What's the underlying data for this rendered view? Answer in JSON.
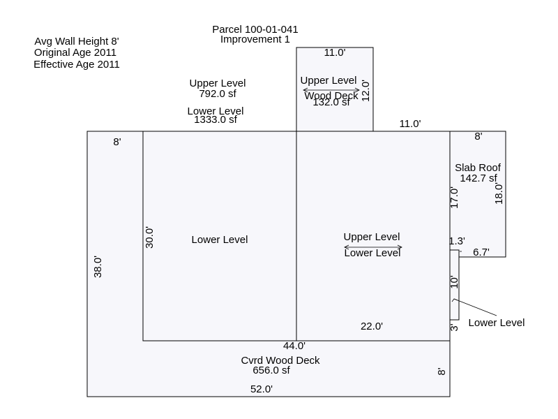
{
  "header": {
    "parcel": "Parcel 100-01-041",
    "improvement": "Improvement 1",
    "wall_height": "Avg Wall Height 8'",
    "original_age": "Original Age 2011",
    "effective_age": "Effective Age 2011"
  },
  "summary": {
    "upper_label": "Upper Level",
    "upper_area": "792.0 sf",
    "lower_label": "Lower Level",
    "lower_area": "1333.0 sf"
  },
  "wood_deck": {
    "label_top": "Upper Level",
    "label": "Wood Deck",
    "area": "132.0 sf",
    "dim_top": "11.0'",
    "dim_side": "12.0'"
  },
  "main": {
    "left_label": "Lower Level",
    "right_upper": "Upper Level",
    "right_lower": "Lower Level",
    "dim_top_right": "11.0'",
    "dim_left": "30.0'",
    "dim_right_upper": "17.0'",
    "dim_bottom_right": "22.0'",
    "dim_bottom": "44.0'",
    "dim_notch_top": "1.3'",
    "dim_notch_side": "10'",
    "dim_notch_bottom": "3'",
    "callout": "Lower Level"
  },
  "slab": {
    "label": "Slab Roof",
    "area": "142.7 sf",
    "dim_top": "8'",
    "dim_side": "18.0'",
    "dim_bottom": "6.7'"
  },
  "deck": {
    "label": "Cvrd Wood Deck",
    "area": "656.0 sf",
    "dim_top_left": "8'",
    "dim_left": "38.0'",
    "dim_bottom": "52.0'",
    "dim_right": "8'"
  }
}
